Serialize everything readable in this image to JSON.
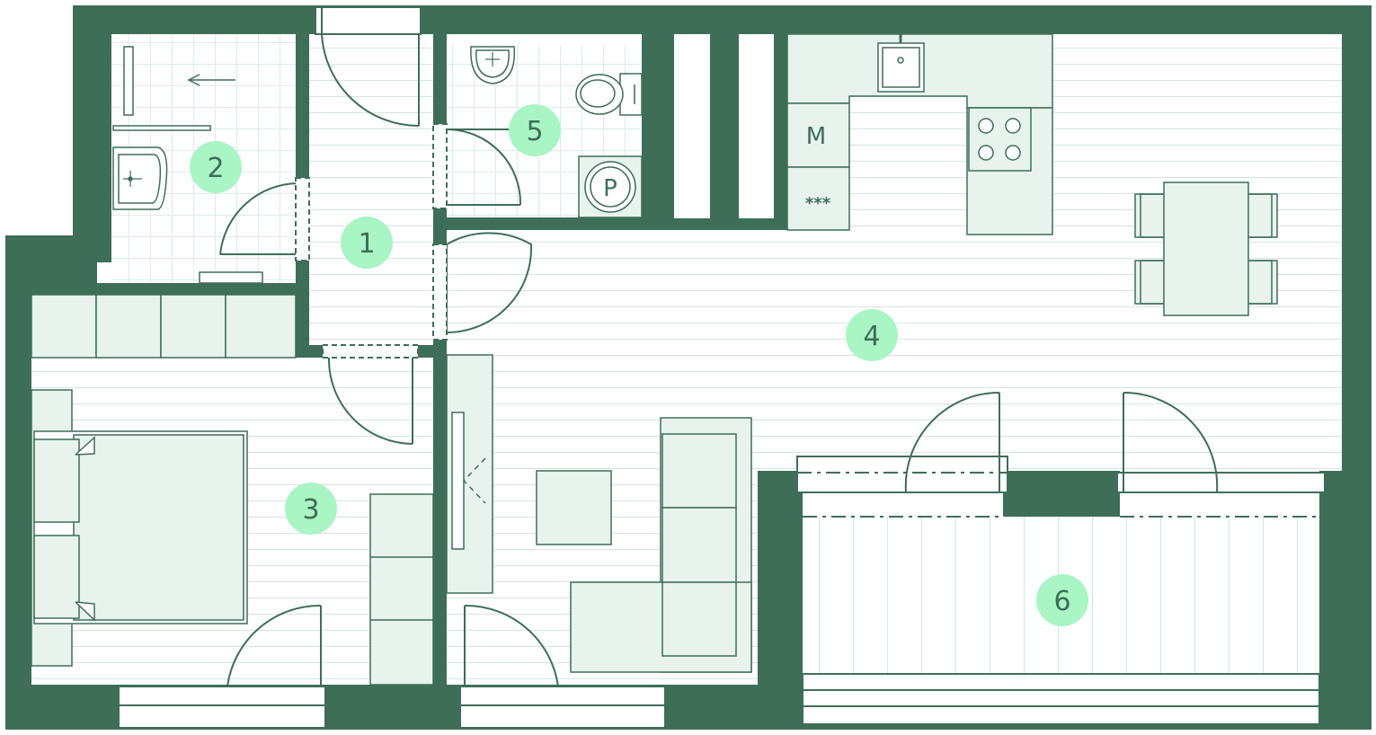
{
  "colors": {
    "wall": "#3e6e58",
    "floor_line": "#d9e9df",
    "furniture_fill": "#e7f3ec",
    "furniture_stroke": "#3e6e58",
    "badge": "#a9f5c4",
    "badge_text": "#3e6e58",
    "background": "#ffffff"
  },
  "rooms": [
    {
      "id": "hall",
      "number": "1"
    },
    {
      "id": "bathroom",
      "number": "2"
    },
    {
      "id": "bedroom",
      "number": "3"
    },
    {
      "id": "living-kitchen",
      "number": "4"
    },
    {
      "id": "wc",
      "number": "5"
    },
    {
      "id": "balcony",
      "number": "6"
    }
  ],
  "appliances": {
    "microwave": "M",
    "dishwasher": "***",
    "washer": "P"
  }
}
